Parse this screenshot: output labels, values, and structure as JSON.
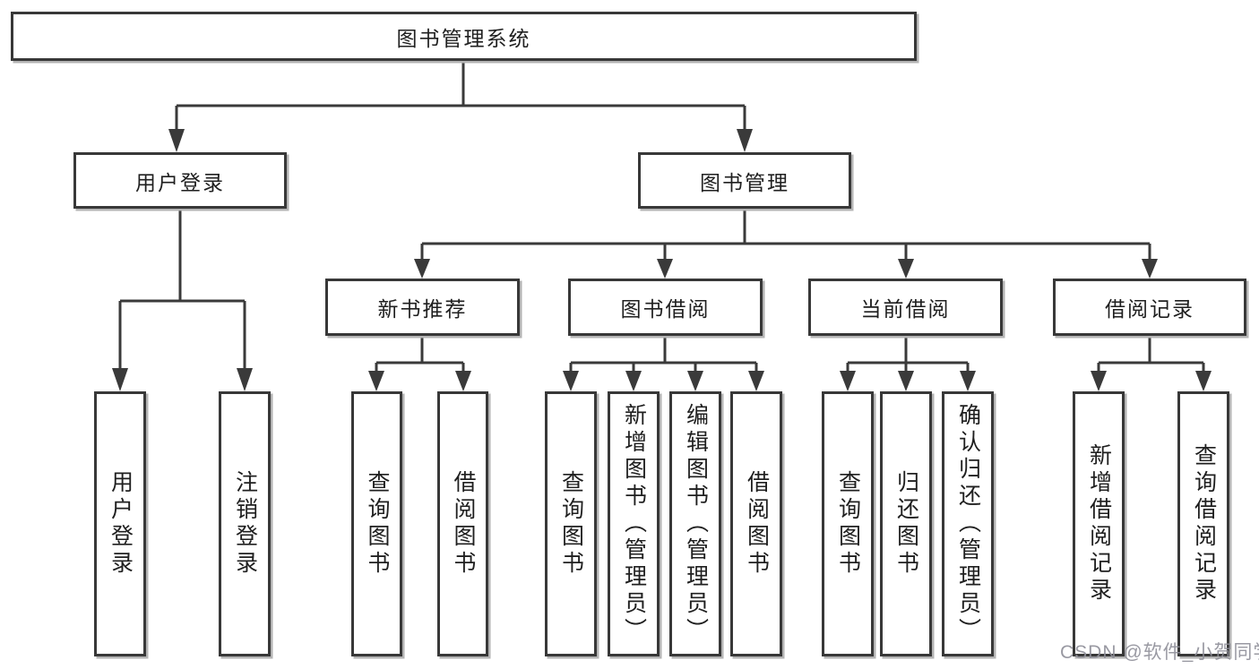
{
  "colors": {
    "line": "#3a3a3a",
    "box_border": "#383838",
    "box_shadow": "#b4b4b4",
    "text": "#1f1f1f",
    "watermark": "#8f8f99"
  },
  "tree": {
    "root": {
      "label": "图书管理系统"
    },
    "branches": [
      {
        "label": "用户登录",
        "leaves": [
          {
            "label": "用户登录"
          },
          {
            "label": "注销登录"
          }
        ]
      },
      {
        "label": "图书管理",
        "groups": [
          {
            "label": "新书推荐",
            "leaves": [
              {
                "label": "查询图书"
              },
              {
                "label": "借阅图书"
              }
            ]
          },
          {
            "label": "图书借阅",
            "leaves": [
              {
                "label": "查询图书"
              },
              {
                "label": "新增图书（管理员）"
              },
              {
                "label": "编辑图书（管理员）"
              },
              {
                "label": "借阅图书"
              }
            ]
          },
          {
            "label": "当前借阅",
            "leaves": [
              {
                "label": "查询图书"
              },
              {
                "label": "归还图书"
              },
              {
                "label": "确认归还（管理员）"
              }
            ]
          },
          {
            "label": "借阅记录",
            "leaves": [
              {
                "label": "新增借阅记录"
              },
              {
                "label": "查询借阅记录"
              }
            ]
          }
        ]
      }
    ]
  },
  "watermark": {
    "text": "CSDN @软件_小贺同学"
  }
}
